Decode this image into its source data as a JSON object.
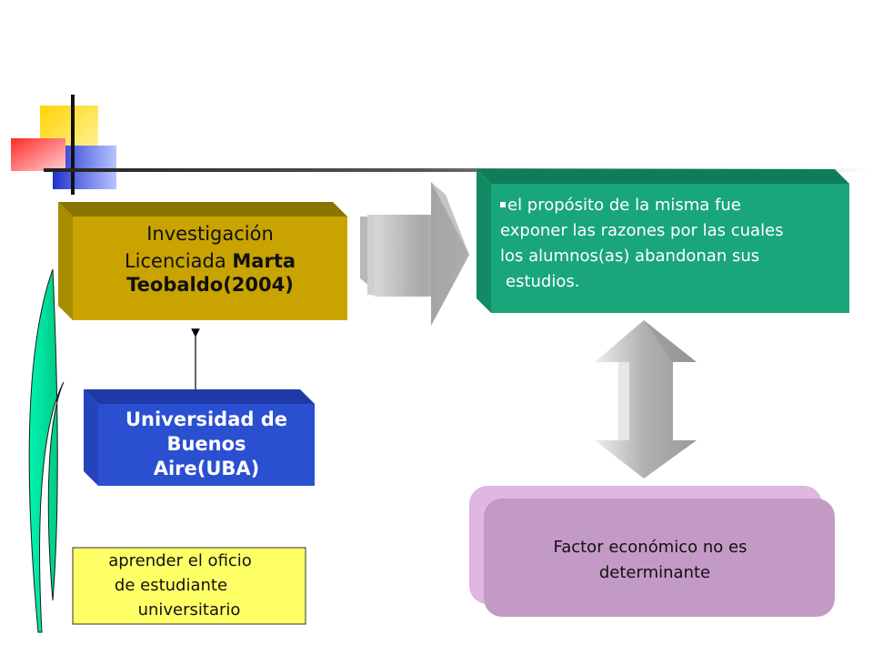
{
  "investigacion": {
    "line1": "Investigación",
    "line2_plain": "Licenciada ",
    "line2_bold": "Marta",
    "line3_bold": "Teobaldo(2004)"
  },
  "universidad": {
    "line1": "Universidad de",
    "line2": "Buenos",
    "line3": "Aire(UBA)"
  },
  "oficio": {
    "line1": "aprender el oficio",
    "line2": "de estudiante",
    "line3": "universitario"
  },
  "proposito": {
    "line1": "el propósito de la misma fue",
    "line2": "exponer las razones por las cuales",
    "line3": "los alumnos(as) abandonan sus",
    "line4": "estudios."
  },
  "factor": {
    "line1": "Factor económico no es",
    "line2": "determinante"
  },
  "colors": {
    "gold": "#C9A300",
    "blue": "#2A4FD1",
    "yellow": "#FFFF66",
    "green": "#19A67A",
    "mauve": "#C39AC6",
    "accent_cyan": "#00E6A0"
  }
}
